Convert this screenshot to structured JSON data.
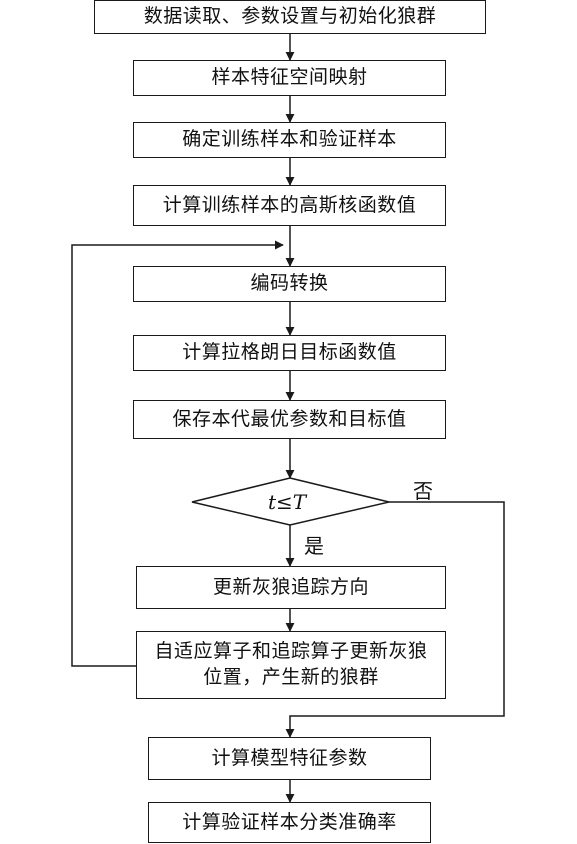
{
  "flowchart": {
    "steps": [
      "数据读取、参数设置与初始化狼群",
      "样本特征空间映射",
      "确定训练样本和验证样本",
      "计算训练样本的高斯核函数值",
      "编码转换",
      "计算拉格朗日目标函数值",
      "保存本代最优参数和目标值",
      "更新灰狼追踪方向",
      "自适应算子和追踪算子更新灰狼位置，产生新的狼群",
      "计算模型特征参数",
      "计算验证样本分类准确率"
    ],
    "decision": {
      "condition": "t≤T",
      "yes_label": "是",
      "no_label": "否"
    }
  }
}
